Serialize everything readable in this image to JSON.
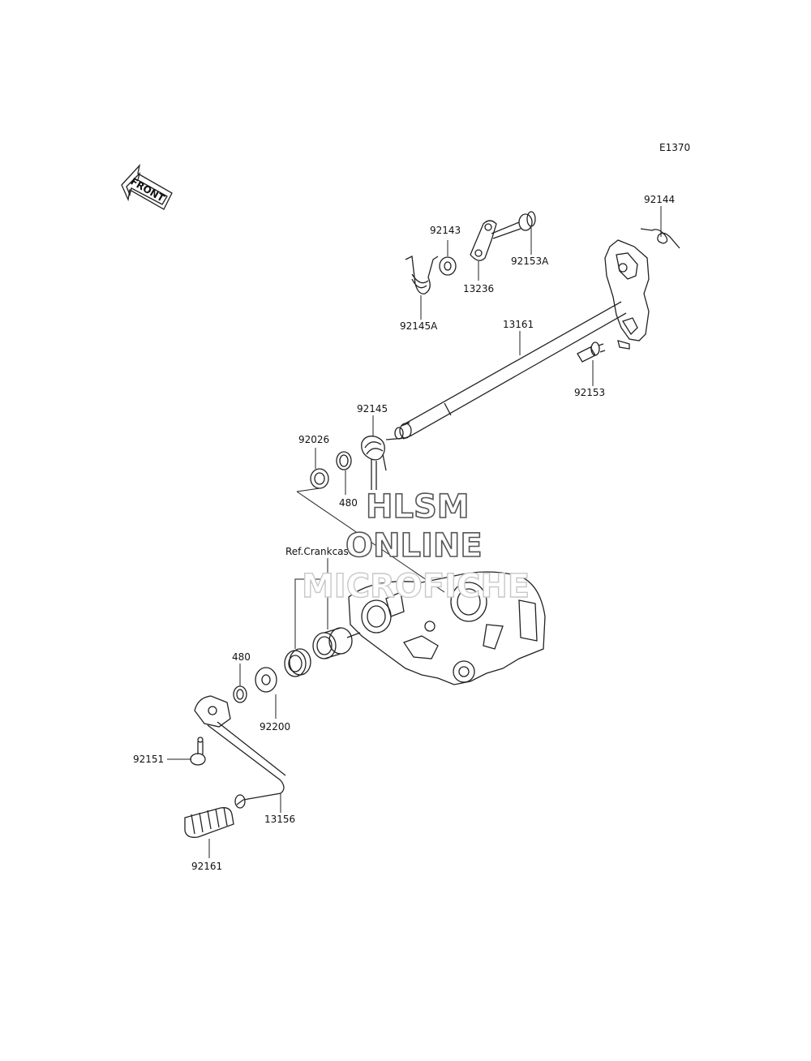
{
  "diagram": {
    "code": "E1370",
    "front_label": "FRONT",
    "ref_label": "Ref.Crankcase",
    "watermark": [
      "HLSM",
      "ONLINE",
      "MICROFICHE"
    ],
    "parts": [
      {
        "id": "p92144",
        "number": "92144"
      },
      {
        "id": "p92143",
        "number": "92143"
      },
      {
        "id": "p92153A",
        "number": "92153A"
      },
      {
        "id": "p13236",
        "number": "13236"
      },
      {
        "id": "p92145A",
        "number": "92145A"
      },
      {
        "id": "p13161",
        "number": "13161"
      },
      {
        "id": "p92153",
        "number": "92153"
      },
      {
        "id": "p92145",
        "number": "92145"
      },
      {
        "id": "p92026",
        "number": "92026"
      },
      {
        "id": "p480a",
        "number": "480"
      },
      {
        "id": "p480b",
        "number": "480"
      },
      {
        "id": "p92200",
        "number": "92200"
      },
      {
        "id": "p92151",
        "number": "92151"
      },
      {
        "id": "p13156",
        "number": "13156"
      },
      {
        "id": "p92161",
        "number": "92161"
      }
    ]
  }
}
